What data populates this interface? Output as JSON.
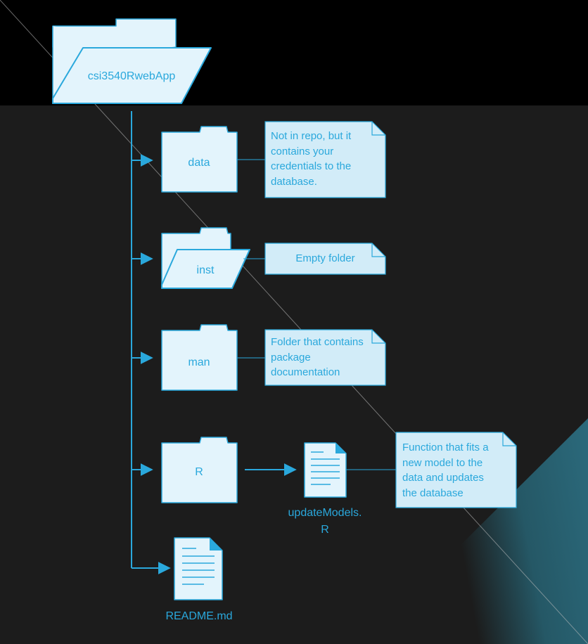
{
  "root": {
    "label": "csi3540RwebApp"
  },
  "folders": [
    {
      "label": "data"
    },
    {
      "label": "inst"
    },
    {
      "label": "man"
    },
    {
      "label": "R"
    }
  ],
  "files": {
    "update_models": {
      "label_line1": "updateModels.",
      "label_line2": "R"
    },
    "readme": {
      "label": "README.md"
    }
  },
  "notes": [
    {
      "text": "Not in repo, but it\ncontains your\ncredentials to the\ndatabase."
    },
    {
      "text": "Empty folder"
    },
    {
      "text": "Folder that contains\npackage\ndocumentation"
    },
    {
      "text": "Function that fits a\nnew model to the\ndata and updates\nthe database"
    }
  ],
  "colors": {
    "background": "#1c1c1c",
    "header_band": "#000000",
    "folder_fill": "#e3f4fc",
    "line_blue": "#2aa8dc",
    "note_fill": "#d2ecf8",
    "teal_accent": "#2b6a7c"
  }
}
